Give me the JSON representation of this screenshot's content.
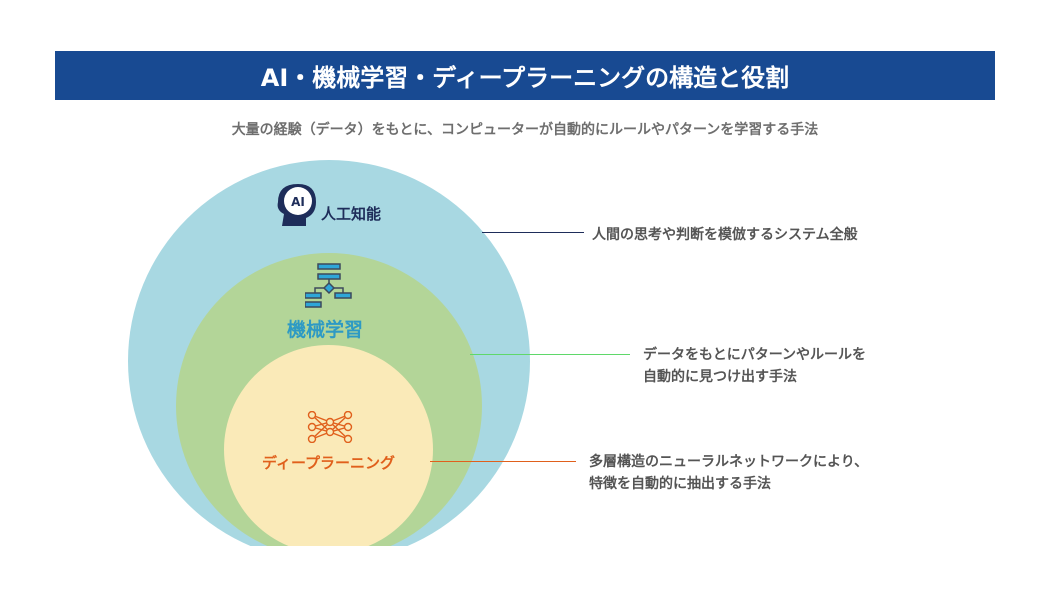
{
  "title": "AI・機械学習・ディープラーニングの構造と役割",
  "subtitle": "大量の経験（データ）をもとに、コンピューターが自動的にルールやパターンを学習する手法",
  "layers": [
    {
      "label": "人工知能",
      "icon": "ai-head-icon",
      "color": "#1e2d5a",
      "fill": "#a8d8e2",
      "desc": [
        "人間の思考や判断を模倣するシステム全般"
      ]
    },
    {
      "label": "機械学習",
      "icon": "flowchart-icon",
      "color": "#2e9ac4",
      "fill": "#b3d598",
      "desc": [
        "データをもとにパターンやルールを",
        "自動的に見つけ出す手法"
      ]
    },
    {
      "label": "ディープラーニング",
      "icon": "neural-network-icon",
      "color": "#e0601c",
      "fill": "#faeab8",
      "desc": [
        "多層構造のニューラルネットワークにより、",
        "特徴を自動的に抽出する手法"
      ]
    }
  ]
}
